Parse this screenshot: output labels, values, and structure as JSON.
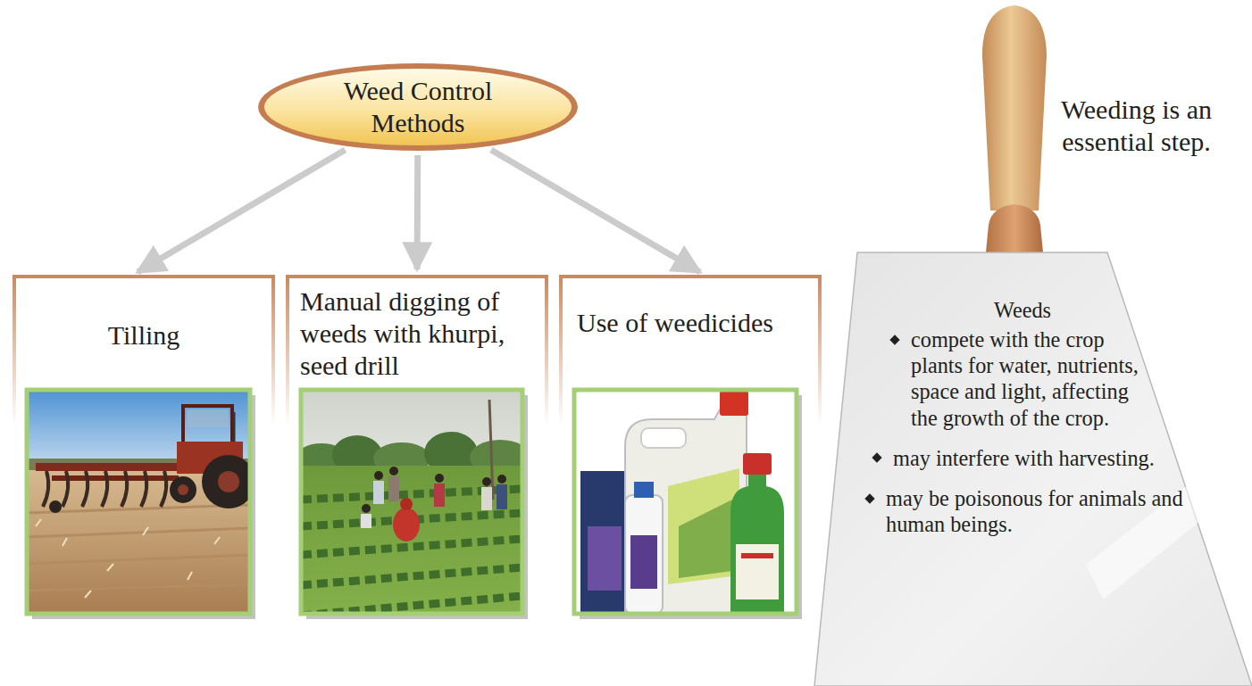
{
  "diagram": {
    "nodes": [
      {
        "text": [
          "Weed Control Methods"
        ]
      },
      {
        "text": [
          "Tilling"
        ]
      },
      {
        "text": [
          "Manual digging of weeds with khurpi, seed drill"
        ]
      },
      {
        "text": [
          "Use of weedicides"
        ]
      },
      {
        "text": [
          "Weeds",
          "compete with the crop plants for water, nutrients, space and light, affecting the growth of the crop.",
          "may interfere with harvesting.",
          "may be poisonous for animals and human beings."
        ]
      }
    ],
    "edges": [
      {
        "from": 0,
        "to": 1,
        "arrow": "to"
      },
      {
        "from": 0,
        "to": 2,
        "arrow": "to"
      },
      {
        "from": 0,
        "to": 3,
        "arrow": "to"
      }
    ],
    "labels": [
      "Weeding is an essential step."
    ]
  }
}
